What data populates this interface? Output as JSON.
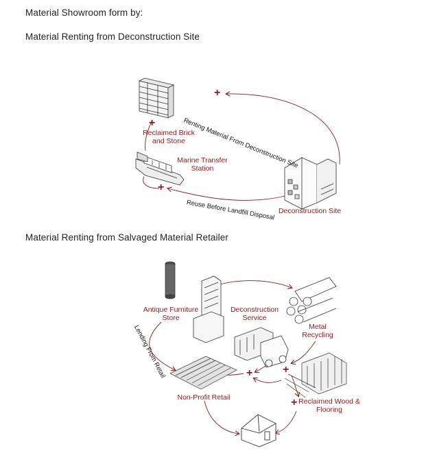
{
  "page": {
    "title": "Material Showroom form by:"
  },
  "section1": {
    "title": "Material Renting from Deconstruction Site",
    "nodes": {
      "brick": "Reclaimed Brick and Stone",
      "transfer": "Marine Transfer Station",
      "site": "Deconstruction Site"
    },
    "flows": {
      "renting": "Renting Material From Deconstruction Site",
      "reuse": "Reuse Before Landfill Disposal"
    }
  },
  "section2": {
    "title": "Material Renting from Salvaged Material Retailer",
    "nodes": {
      "antique": "Antique Furniture Store",
      "deconstruction": "Deconstruction Service",
      "metal": "Metal Recycling",
      "nonprofit": "Non-Profit Retail",
      "wood": "Reclaimed Wood & Flooring"
    },
    "flows": {
      "lending": "Lending From Retail"
    }
  },
  "colors": {
    "accent": "#8b1a1a",
    "line": "#333333"
  }
}
